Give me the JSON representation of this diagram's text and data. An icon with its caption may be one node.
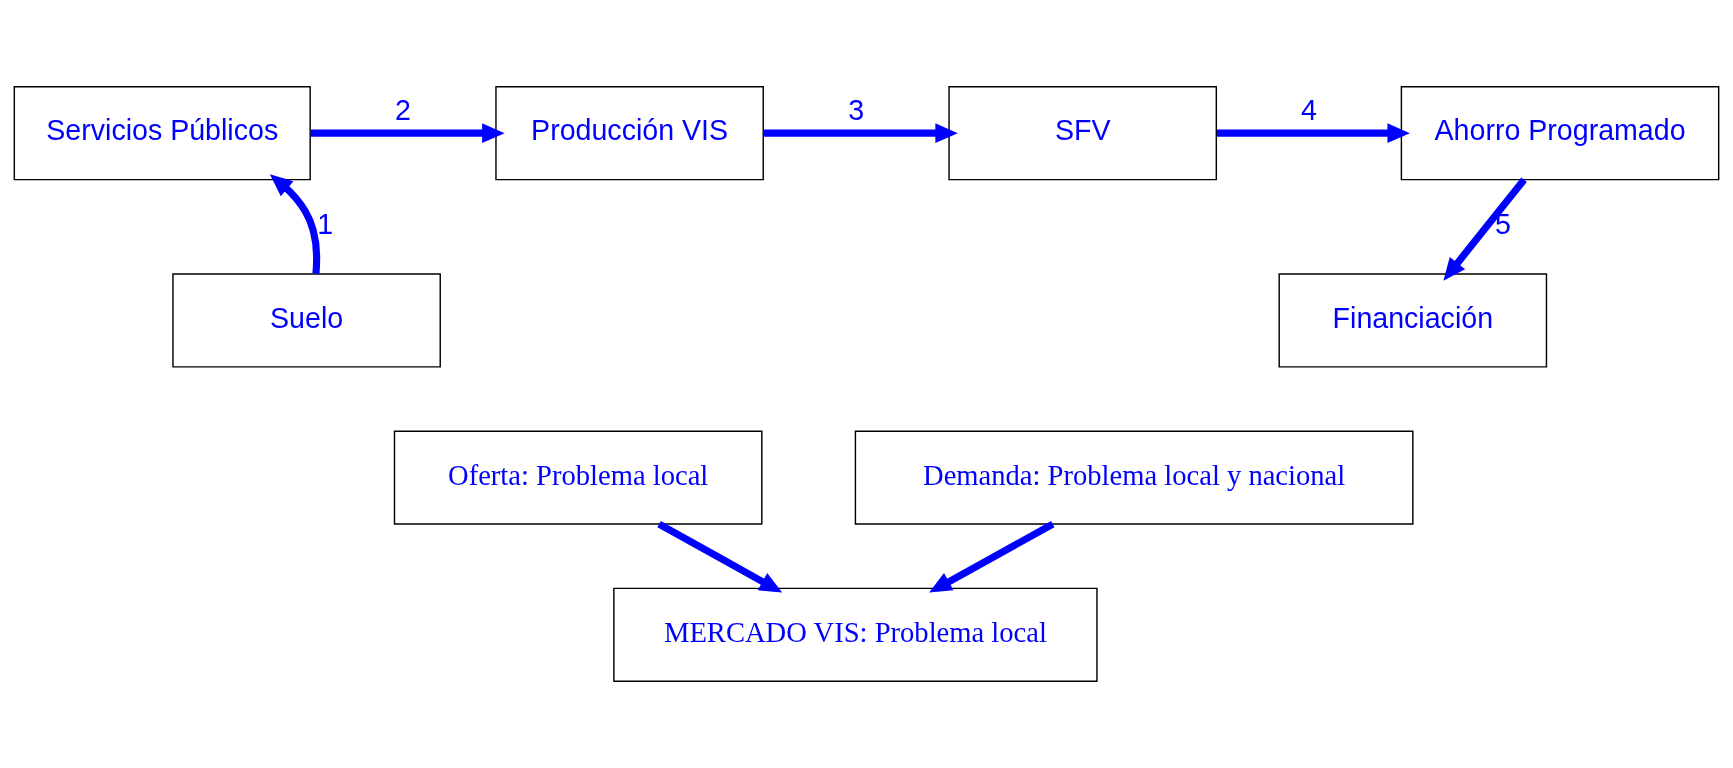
{
  "diagram": {
    "nodes": [
      {
        "text": [
          "Servicios Públicos"
        ]
      },
      {
        "text": [
          "Producción VIS"
        ]
      },
      {
        "text": [
          "SFV"
        ]
      },
      {
        "text": [
          "Ahorro Programado"
        ]
      },
      {
        "text": [
          "Suelo"
        ]
      },
      {
        "text": [
          "Financiación"
        ]
      },
      {
        "text": [
          "Oferta: Problema local"
        ]
      },
      {
        "text": [
          "Demanda: Problema local y nacional"
        ]
      },
      {
        "text": [
          "MERCADO VIS: Problema local"
        ]
      }
    ],
    "edges": [
      {
        "from": 4,
        "to": 0,
        "arrow": "to",
        "label": "1"
      },
      {
        "from": 0,
        "to": 1,
        "arrow": "to",
        "label": "2"
      },
      {
        "from": 1,
        "to": 2,
        "arrow": "to",
        "label": "3"
      },
      {
        "from": 2,
        "to": 3,
        "arrow": "to",
        "label": "4"
      },
      {
        "from": 3,
        "to": 5,
        "arrow": "to",
        "label": "5"
      },
      {
        "from": 6,
        "to": 8,
        "arrow": "to"
      },
      {
        "from": 7,
        "to": 8,
        "arrow": "to"
      }
    ]
  }
}
